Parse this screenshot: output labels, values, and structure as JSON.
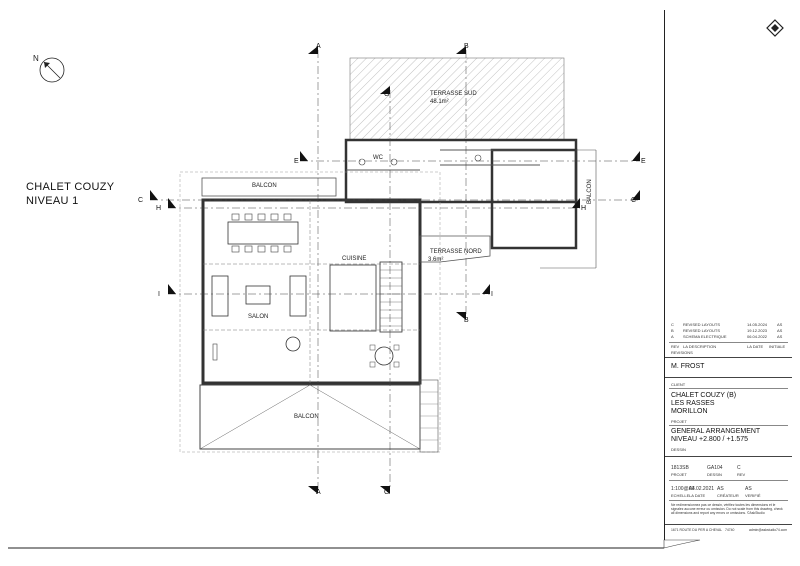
{
  "drawing": {
    "title_line1": "CHALET COUZY",
    "title_line2": "NIVEAU 1",
    "north_label": "N",
    "rooms": {
      "terrasse_sud": "TERRASSE SUD",
      "terrasse_sud_area": "48.1m²",
      "wc": "WC",
      "balcon_top": "BALCON",
      "balcon_bottom": "BALCON",
      "balcon_right": "BALCON",
      "cuisine": "CUISINE",
      "salon": "SALON",
      "terrasse_nord": "TERRASSE NORD",
      "terrasse_nord_area": "3.6m²"
    },
    "section_marks": {
      "a": "A",
      "b": "B",
      "c": "C",
      "e": "E",
      "g": "G",
      "h": "H",
      "i": "I"
    }
  },
  "title_block": {
    "revisions": [
      {
        "rev": "C",
        "description": "REVISED LAYOUTS",
        "date": "14.05.2024",
        "initials": "AS"
      },
      {
        "rev": "B",
        "description": "REVISED LAYOUTS",
        "date": "19.12.2023",
        "initials": "AS"
      },
      {
        "rev": "A",
        "description": "SCHEMA ELECTRIQUE",
        "date": "06.04.2022",
        "initials": "AS"
      }
    ],
    "rev_header": {
      "rev": "REV",
      "description": "LA DESCRIPTION",
      "date": "LA DATE",
      "initials": "INITIALE"
    },
    "revisions_label": "REVISIONS",
    "author": "M. FROST",
    "client_label": "CLIENT",
    "project_line1": "CHALET COUZY (B)",
    "project_line2": "LES RASSES",
    "project_line3": "MORILLON",
    "project_label": "PROJET",
    "drawing_title_line1": "GENERAL ARRANGEMENT",
    "drawing_title_line2": "NIVEAU +2.800 / +1.575",
    "dessin_label": "DESSIN",
    "project_no": "1813SB",
    "drawing_no": "GA104",
    "revision": "C",
    "project_no_label": "PROJET",
    "drawing_no_label": "DESSIN",
    "revision_label": "REV",
    "scale": "1:100@A3",
    "date": "04.02.2021",
    "creator": "AS",
    "checker": "AS",
    "scale_label": "ECHELLE",
    "date_label": "LA DATE",
    "creator_label": "CRÉATEUR",
    "checker_label": "VERIFIÉ",
    "note_line1": "Ne redimensionnez pas ce dessin, vérifiez toutes les dimensions et le",
    "note_line2": "signalez aucune erreur ou omission. Do not scale from this drawing, check",
    "note_line3": "all dimensions and report any errors or omissions. ©AskStudio",
    "address": "1671 ROUTE DU PER A CHEVAL",
    "phone": "74740",
    "email": "admin@askstudio74.com"
  }
}
